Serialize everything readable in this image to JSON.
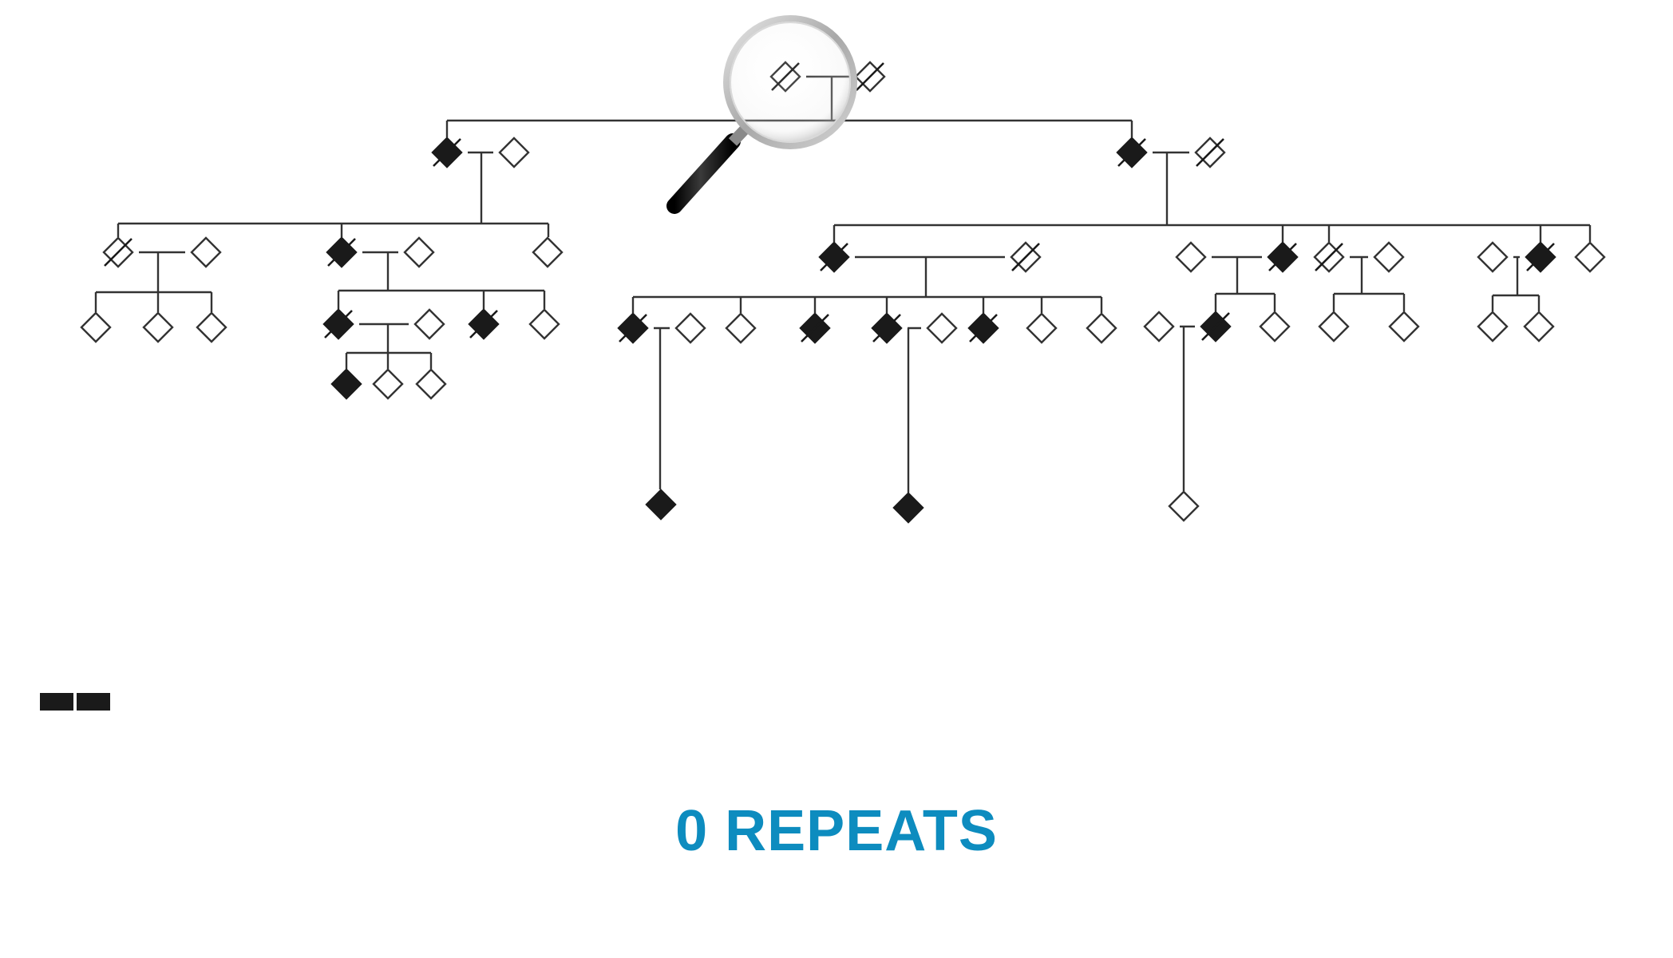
{
  "caption": {
    "text": "0 REPEATS"
  },
  "colors": {
    "line": "#333333",
    "affected_fill": "#1a1a1a",
    "unaffected_fill": "#ffffff",
    "caption": "#0d8cbf",
    "repeat_bar": "#1a1a1a",
    "magnifier_ring": "#b5b5b5",
    "magnifier_handle": "#111111"
  },
  "icons": {
    "magnifier": "magnifying-glass-icon",
    "repeat_bar": "repeat-segment-icon"
  },
  "repeat_bar": {
    "segments": 2
  },
  "pedigree": {
    "symbol": "diamond",
    "generations": 5,
    "individuals": [
      {
        "id": "g1a",
        "affected": false,
        "deceased": true
      },
      {
        "id": "g1b",
        "affected": false,
        "deceased": true
      },
      {
        "id": "g2a",
        "affected": true,
        "deceased": true
      },
      {
        "id": "g2b",
        "affected": false,
        "deceased": false
      },
      {
        "id": "g2c",
        "affected": true,
        "deceased": true
      },
      {
        "id": "g2d",
        "affected": false,
        "deceased": true
      },
      {
        "id": "g3a",
        "affected": false,
        "deceased": true
      },
      {
        "id": "g3b",
        "affected": false,
        "deceased": false
      },
      {
        "id": "g3c",
        "affected": true,
        "deceased": true
      },
      {
        "id": "g3d",
        "affected": false,
        "deceased": false
      },
      {
        "id": "g3e",
        "affected": false,
        "deceased": false
      },
      {
        "id": "g3f",
        "affected": true,
        "deceased": true
      },
      {
        "id": "g3g",
        "affected": false,
        "deceased": true
      },
      {
        "id": "g3h",
        "affected": false,
        "deceased": false
      },
      {
        "id": "g3i",
        "affected": true,
        "deceased": true
      },
      {
        "id": "g3j",
        "affected": false,
        "deceased": true
      },
      {
        "id": "g3k",
        "affected": false,
        "deceased": false
      },
      {
        "id": "g3l",
        "affected": false,
        "deceased": false
      },
      {
        "id": "g3m",
        "affected": true,
        "deceased": true
      },
      {
        "id": "g3n",
        "affected": false,
        "deceased": false
      },
      {
        "id": "g4a",
        "affected": false,
        "deceased": false
      },
      {
        "id": "g4b",
        "affected": false,
        "deceased": false
      },
      {
        "id": "g4c",
        "affected": false,
        "deceased": false
      },
      {
        "id": "g4d",
        "affected": true,
        "deceased": true
      },
      {
        "id": "g4e",
        "affected": false,
        "deceased": false
      },
      {
        "id": "g4f",
        "affected": true,
        "deceased": true
      },
      {
        "id": "g4g",
        "affected": false,
        "deceased": false
      },
      {
        "id": "g4h",
        "affected": true,
        "deceased": true
      },
      {
        "id": "g4i",
        "affected": false,
        "deceased": false
      },
      {
        "id": "g4j",
        "affected": false,
        "deceased": false
      },
      {
        "id": "g4k",
        "affected": true,
        "deceased": true
      },
      {
        "id": "g4l",
        "affected": true,
        "deceased": true
      },
      {
        "id": "g4m",
        "affected": false,
        "deceased": false
      },
      {
        "id": "g4n",
        "affected": true,
        "deceased": true
      },
      {
        "id": "g4o",
        "affected": false,
        "deceased": false
      },
      {
        "id": "g4p",
        "affected": false,
        "deceased": false
      },
      {
        "id": "g4q",
        "affected": false,
        "deceased": false
      },
      {
        "id": "g4r",
        "affected": true,
        "deceased": true
      },
      {
        "id": "g4s",
        "affected": false,
        "deceased": false
      },
      {
        "id": "g4t",
        "affected": false,
        "deceased": false
      },
      {
        "id": "g4u",
        "affected": false,
        "deceased": false
      },
      {
        "id": "g4v",
        "affected": false,
        "deceased": false
      },
      {
        "id": "g4w",
        "affected": false,
        "deceased": false
      },
      {
        "id": "g5a",
        "affected": true,
        "deceased": false
      },
      {
        "id": "g5b",
        "affected": false,
        "deceased": false
      },
      {
        "id": "g5c",
        "affected": false,
        "deceased": false
      },
      {
        "id": "g5d",
        "affected": true,
        "deceased": false
      },
      {
        "id": "g5e",
        "affected": true,
        "deceased": false
      },
      {
        "id": "g5f",
        "affected": false,
        "deceased": false
      }
    ]
  }
}
